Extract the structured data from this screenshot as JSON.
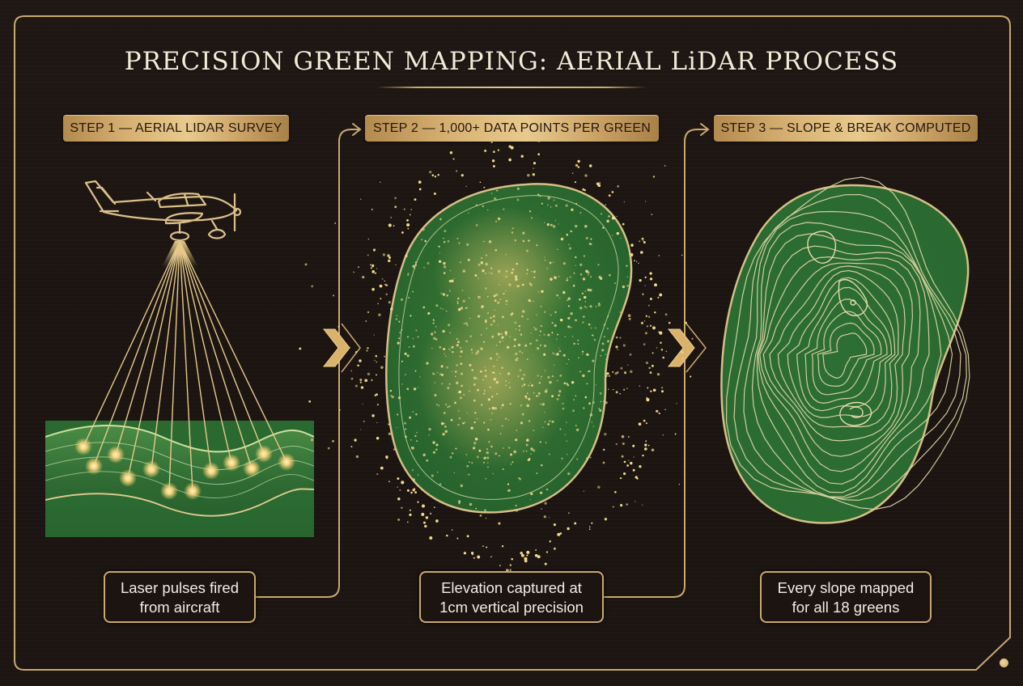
{
  "title": "PRECISION GREEN MAPPING: AERIAL LiDAR PROCESS",
  "colors": {
    "background": "#1d1512",
    "gold": "#c9a96e",
    "gold_light": "#e8c98d",
    "green": "#3d7a3a",
    "green_dark": "#1f4f24",
    "text_light": "#f1ece4",
    "label_text": "#24170f"
  },
  "steps": [
    {
      "label": "STEP 1 — AERIAL LIDAR SURVEY",
      "illustration": "airplane-lidar-beams-over-green-terrain",
      "caption_line1": "Laser pulses fired",
      "caption_line2": "from aircraft"
    },
    {
      "label": "STEP 2 — 1,000+ DATA POINTS PER GREEN",
      "illustration": "point-cloud-on-kidney-shaped-green",
      "caption_line1": "Elevation captured at",
      "caption_line2": "1cm vertical precision"
    },
    {
      "label": "STEP 3 — SLOPE & BREAK COMPUTED",
      "illustration": "contour-map-of-green",
      "caption_line1": "Every slope mapped",
      "caption_line2": "for all 18 greens"
    }
  ],
  "icons": {
    "chevron": "chevron-right-icon",
    "arrow": "arrow-right-icon",
    "airplane": "airplane-icon"
  }
}
